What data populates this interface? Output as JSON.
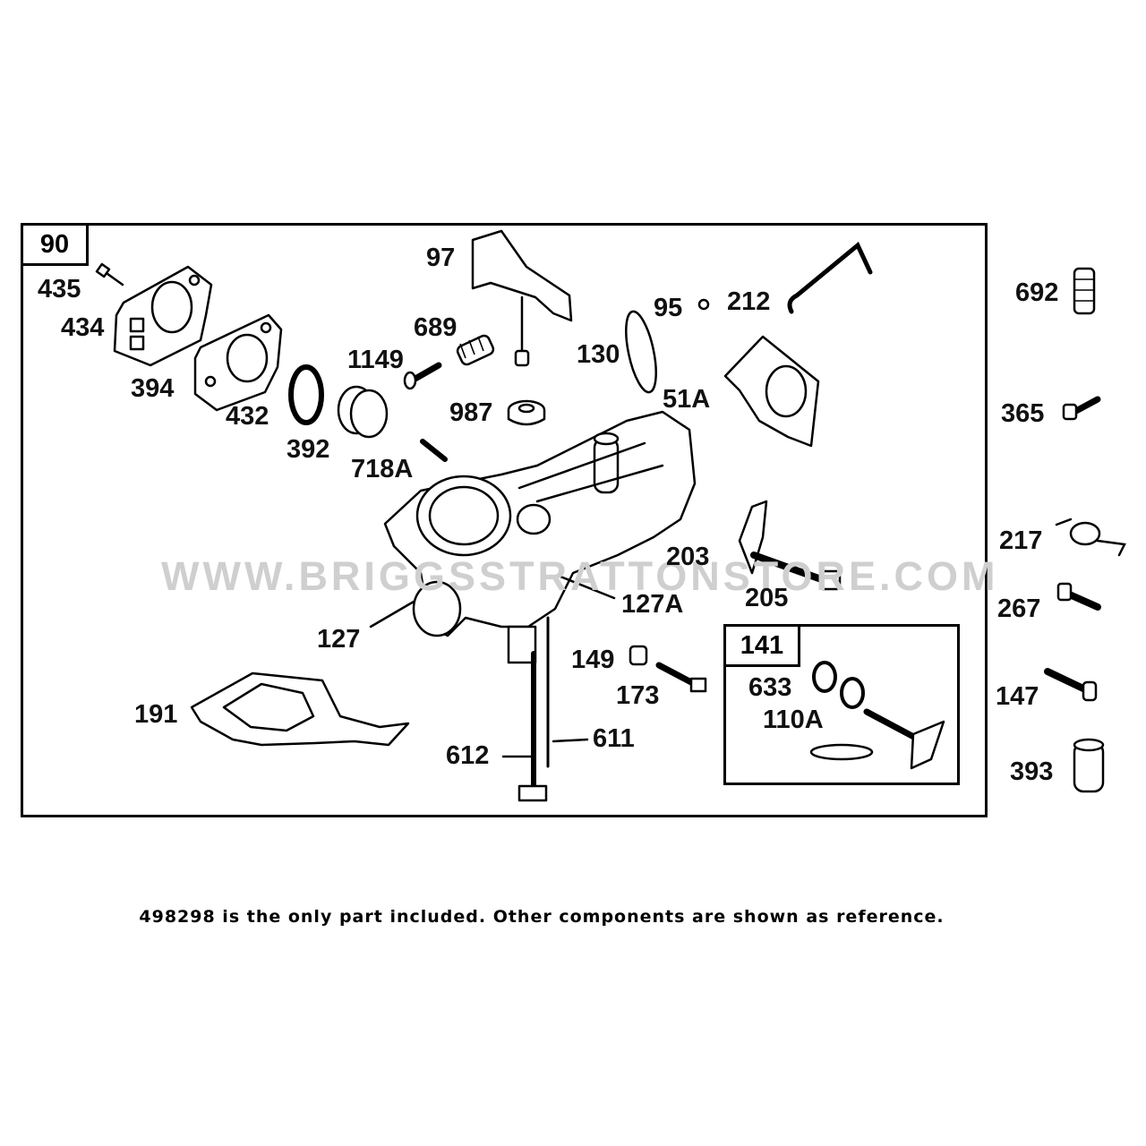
{
  "diagram": {
    "main_box_tag": "90",
    "inset_box_tag": "141",
    "watermark": "WWW.BRIGGSSTRATTONSTORE.COM",
    "note": "498298 is the only part included. Other components are shown as reference.",
    "callouts": {
      "p435": "435",
      "p434": "434",
      "p394": "394",
      "p432": "432",
      "p392": "392",
      "p718A": "718A",
      "p1149": "1149",
      "p689": "689",
      "p97": "97",
      "p987": "987",
      "p95": "95",
      "p212": "212",
      "p130": "130",
      "p51A": "51A",
      "p203": "203",
      "p205": "205",
      "p127A": "127A",
      "p127": "127",
      "p149": "149",
      "p173": "173",
      "p191": "191",
      "p612": "612",
      "p611": "611",
      "p633": "633",
      "p110A": "110A",
      "p692": "692",
      "p365": "365",
      "p217": "217",
      "p267": "267",
      "p147": "147",
      "p393": "393"
    }
  }
}
